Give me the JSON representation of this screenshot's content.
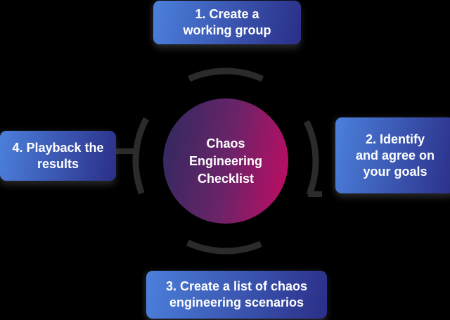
{
  "diagram": {
    "center": {
      "label": "Chaos\nEngineering\nChecklist"
    },
    "steps": [
      {
        "number": "1",
        "position": "top",
        "label": "1. Create a\nworking group"
      },
      {
        "number": "2",
        "position": "right",
        "label": "2. Identify\nand agree on\nyour goals"
      },
      {
        "number": "3",
        "position": "bottom",
        "label": "3. Create a list of chaos\nengineering scenarios"
      },
      {
        "number": "4",
        "position": "left",
        "label": "4. Playback the\nresults"
      }
    ]
  },
  "colors": {
    "bg": "#000000",
    "text": "#ffffff",
    "box_grad_start": "#4b80dc",
    "box_grad_end": "#2b2f88",
    "circle_grad_start": "#2e2a60",
    "circle_grad_mid": "#6b2368",
    "circle_grad_end": "#c40b63",
    "arc": "#2b2b2b"
  },
  "icons": {
    "cycle_ring": "four dashed arc segments with direction ticks forming a cycle"
  }
}
